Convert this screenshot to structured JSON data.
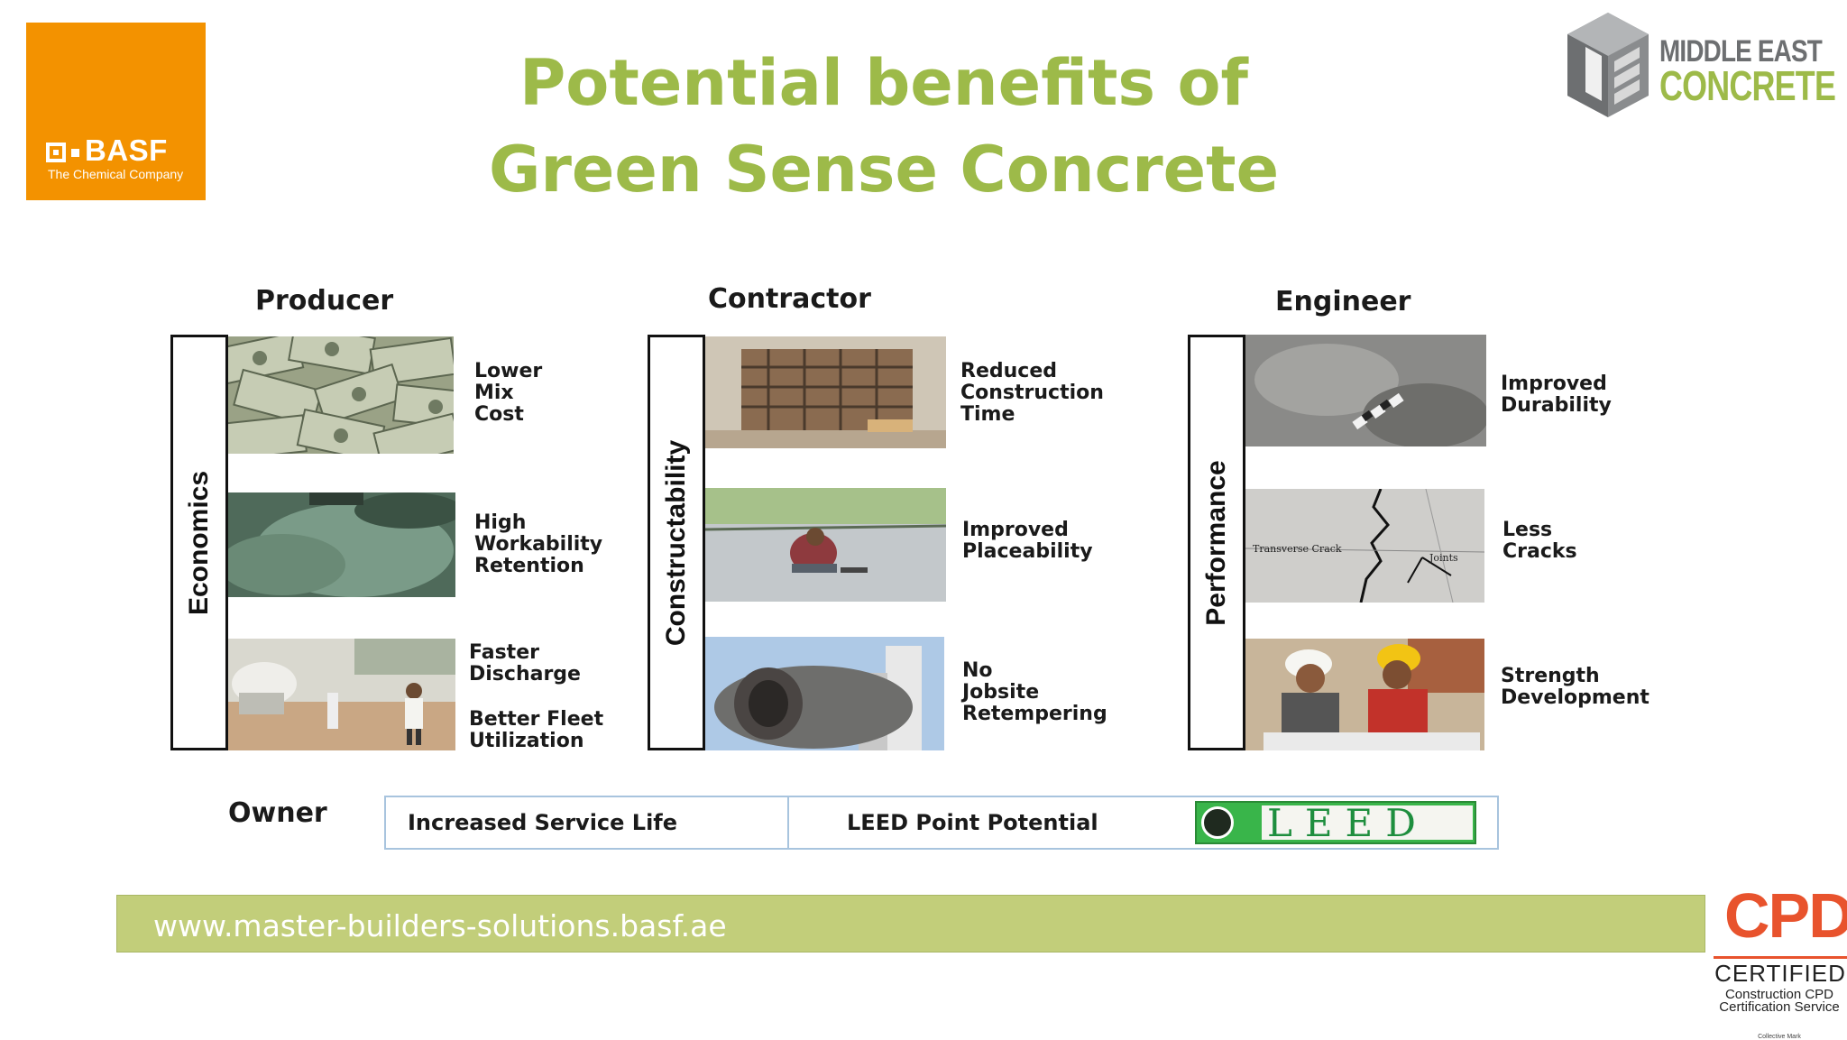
{
  "logos": {
    "basf_name": "BASF",
    "basf_tagline": "The Chemical Company",
    "mec_line1": "MIDDLE EAST",
    "mec_line2": "CONCRETE",
    "cpd_big": "CPD",
    "cpd_certified": "CERTIFIED",
    "cpd_service": "Construction CPD Certification Service",
    "cpd_mark": "Collective Mark"
  },
  "title": {
    "line1": "Potential benefits of",
    "line2": "Green Sense Concrete"
  },
  "columns": [
    {
      "header": "Producer",
      "category": "Economics",
      "items": [
        {
          "text": "Lower\nMix\nCost",
          "photo": "money-photo"
        },
        {
          "text": "High\nWorkability\nRetention",
          "photo": "fresh-concrete-photo"
        },
        {
          "text": "Faster\nDischarge",
          "extra": "Better Fleet\nUtilization",
          "photo": "mixer-truck-site-photo"
        }
      ]
    },
    {
      "header": "Contractor",
      "category": "Constructability",
      "items": [
        {
          "text": "Reduced\nConstruction\nTime",
          "photo": "building-site-photo"
        },
        {
          "text": "Improved\nPlaceability",
          "photo": "worker-finishing-photo"
        },
        {
          "text": "No\nJobsite\nRetempering",
          "photo": "mixer-drum-photo"
        }
      ]
    },
    {
      "header": "Engineer",
      "category": "Performance",
      "items": [
        {
          "text": "Improved\nDurability",
          "photo": "concrete-surface-photo"
        },
        {
          "text": "Less\nCracks",
          "photo": "cracked-slab-photo",
          "photo_labels": [
            "Transverse Crack",
            "Joints"
          ]
        },
        {
          "text": "Strength\nDevelopment",
          "photo": "engineers-photo"
        }
      ]
    }
  ],
  "owner": {
    "label": "Owner",
    "benefit1": "Increased Service Life",
    "benefit2": "LEED Point Potential",
    "leed_logo": "LEED"
  },
  "footer": {
    "url": "www.master-builders-solutions.basf.ae"
  },
  "colors": {
    "title_green": "#9dba49",
    "basf_orange": "#f39200",
    "footer_bar": "#c2ce7a",
    "cpd_orange": "#e8532d"
  }
}
